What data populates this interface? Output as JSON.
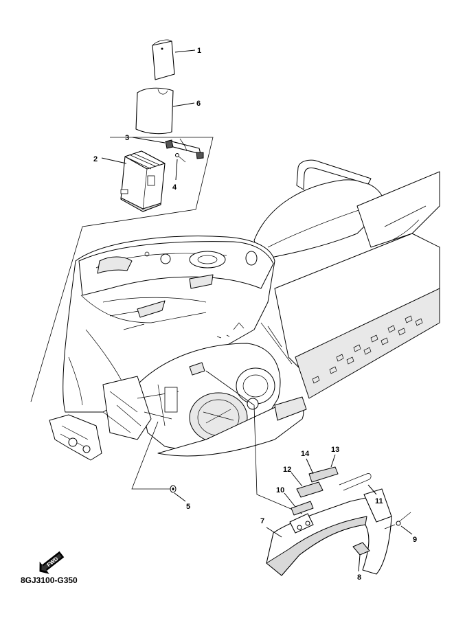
{
  "diagram_code": "8GJ3100-G350",
  "fwd_label": "FWD",
  "callouts": [
    "1",
    "2",
    "3",
    "4",
    "5",
    "6",
    "7",
    "8",
    "9",
    "10",
    "11",
    "12",
    "13",
    "14"
  ]
}
